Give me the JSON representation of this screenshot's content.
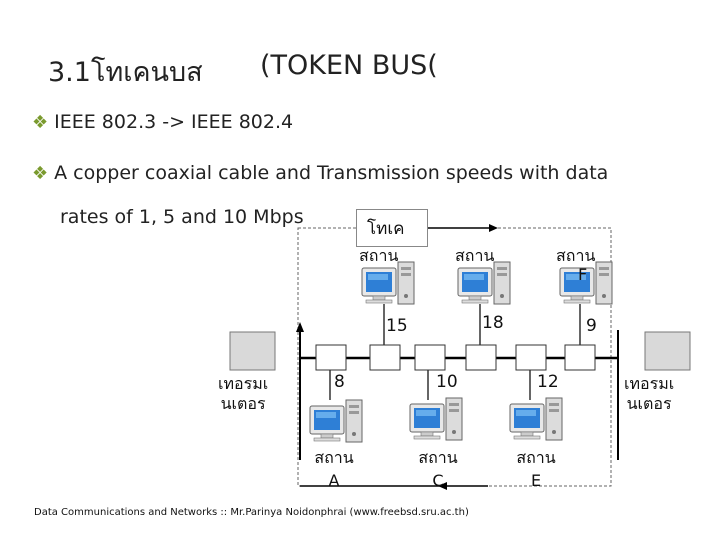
{
  "slide": {
    "title": "3.1โทเคนบส",
    "title_sub": "(TOKEN BUS(",
    "bullets": [
      "IEEE 802.3 -> IEEE 802.4",
      "A copper coaxial cable and Transmission speeds with data",
      "rates of 1, 5 and 10 Mbps"
    ],
    "footer": "Data Communications and Networks :: Mr.Parinya Noidonphrai (www.freebsd.sru.ac.th)"
  },
  "diagram": {
    "token_label": "โทเค",
    "stations": {
      "top1": "สถาน",
      "top2": "สถาน",
      "top3": "สถาน",
      "top3_letter": "F",
      "bottom_a": "สถาน",
      "bottom_a_letter": "A",
      "bottom_c": "สถาน",
      "bottom_c_letter": "C",
      "bottom_e": "สถาน",
      "bottom_e_letter": "E"
    },
    "terminators": {
      "left": [
        "เทอรมเ",
        "นเตอร"
      ],
      "right": [
        "เทอรมเ",
        "นเตอร"
      ]
    },
    "numbers": {
      "n15": "15",
      "n18": "18",
      "n9": "9",
      "n8": "8",
      "n10": "10",
      "n12": "12"
    }
  }
}
